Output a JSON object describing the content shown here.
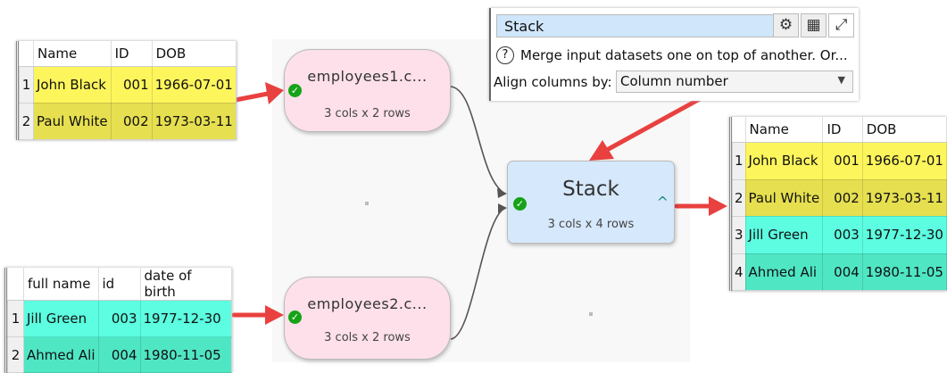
{
  "input1": {
    "headers": [
      "Name",
      "ID",
      "DOB"
    ],
    "rows": [
      [
        "1",
        "John Black",
        "001",
        "1966-07-01"
      ],
      [
        "2",
        "Paul White",
        "002",
        "1973-03-11"
      ]
    ]
  },
  "input2": {
    "headers": [
      "full name",
      "id",
      "date of birth"
    ],
    "rows": [
      [
        "1",
        "Jill Green",
        "003",
        "1977-12-30"
      ],
      [
        "2",
        "Ahmed Ali",
        "004",
        "1980-11-05"
      ]
    ]
  },
  "output": {
    "headers": [
      "Name",
      "ID",
      "DOB"
    ],
    "rows": [
      [
        "1",
        "John Black",
        "001",
        "1966-07-01"
      ],
      [
        "2",
        "Paul White",
        "002",
        "1973-03-11"
      ],
      [
        "3",
        "Jill Green",
        "003",
        "1977-12-30"
      ],
      [
        "4",
        "Ahmed Ali",
        "004",
        "1980-11-05"
      ]
    ]
  },
  "nodes": {
    "employees1": {
      "title": "employees1.c...",
      "sub": "3 cols x 2 rows",
      "status_icon": "check-circle"
    },
    "employees2": {
      "title": "employees2.c...",
      "sub": "3 cols x 2 rows",
      "status_icon": "check-circle"
    },
    "stack": {
      "title": "Stack",
      "sub": "3 cols x 4 rows",
      "caret": "^",
      "status_icon": "check-circle"
    }
  },
  "panel": {
    "name": "Stack",
    "help_icon": "?",
    "description": "Merge input datasets one on top of another. Or...",
    "align_label": "Align columns by:",
    "align_value": "Column number",
    "icons": [
      "gears-icon",
      "table-icon",
      "expand-icon"
    ]
  },
  "colors": {
    "yellow": "#fdf55c",
    "yellow_alt": "#e6df50",
    "teal": "#5cfde0",
    "teal_alt": "#4fe6c4",
    "node_pink": "#fde0e9",
    "node_blue": "#d6e8fb",
    "arrow": "#e8413f"
  }
}
